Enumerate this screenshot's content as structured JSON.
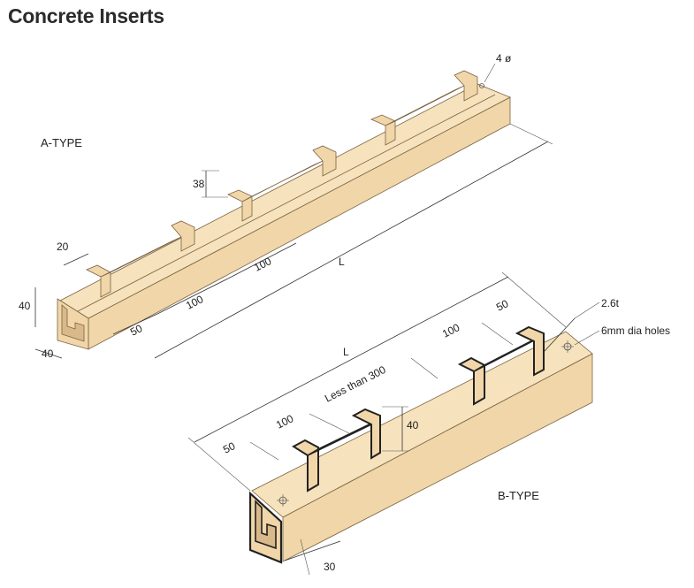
{
  "title": "Concrete Inserts",
  "colors": {
    "body": "#f0d6a8",
    "top": "#f6e2bd",
    "shadow": "#d9b98a",
    "outline": "#7a6240"
  },
  "a_type": {
    "label": "A-TYPE",
    "dims": {
      "hole": "4 ø",
      "height_38": "38",
      "width_20": "20",
      "h40": "40",
      "w40": "40",
      "d50": "50",
      "d100a": "100",
      "d100b": "100",
      "length": "L"
    }
  },
  "b_type": {
    "label": "B-TYPE",
    "dims": {
      "thickness": "2.6t",
      "holes": "6mm dia holes",
      "d50a": "50",
      "d100a": "100",
      "less300": "Less than 300",
      "d100b": "100",
      "d50b": "50",
      "length": "L",
      "h40": "40",
      "w30": "30"
    }
  }
}
